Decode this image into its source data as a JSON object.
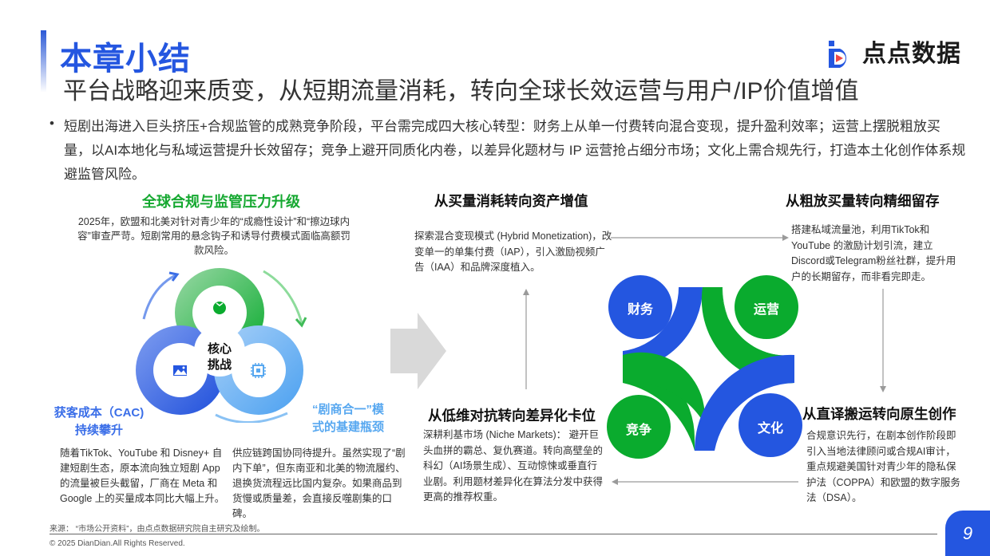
{
  "header": {
    "title": "本章小结",
    "subtitle": "平台战略迎来质变，从短期流量消耗，转向全球长效运营与用户/IP价值增值",
    "logo_text": "点点数据",
    "logo_icon": "dd-logo-icon"
  },
  "summary": {
    "bullet": "•",
    "text": "短剧出海进入巨头挤压+合规监管的成熟竞争阶段，平台需完成四大核心转型：财务上从单一付费转向混合变现，提升盈利效率；运营上摆脱粗放买量，以AI本地化与私域运营提升长效留存；竞争上避开同质化内卷，以差异化题材与 IP 运营抢占细分市场；文化上需合规先行，打造本土化创作体系规避监管风险。"
  },
  "challenges": {
    "core_label_1": "核心",
    "core_label_2": "挑战",
    "top": {
      "title": "全球合规与监管压力升级",
      "text": "2025年，欧盟和北美对针对青少年的“成瘾性设计”和“擦边球内容”审查严苛。短剧常用的悬念钩子和诱导付费模式面临高额罚款风险。",
      "icon": "tomato-icon",
      "color": "#15a830"
    },
    "left": {
      "title_1": "获客成本（CAC)",
      "title_2": "持续攀升",
      "text": "随着TikTok、YouTube 和 Disney+ 自建短剧生态，原本流向独立短剧 App 的流量被巨头截留，厂商在 Meta 和 Google 上的买量成本同比大幅上升。",
      "icon": "image-icon",
      "color": "#2456e0"
    },
    "right": {
      "title_1": "“剧商合一”模",
      "title_2": "式的基建瓶颈",
      "text": "供应链跨国协同待提升。虽然实现了“剧内下单”，但东南亚和北美的物流履约、退换货流程远比国内复杂。如果商品到货慢或质量差，会直接反噬剧集的口碑。",
      "icon": "chip-icon",
      "color": "#58a8f0"
    }
  },
  "transitions": {
    "finance": {
      "title": "从买量消耗转向资产增值",
      "text": "探索混合变现模式 (Hybrid Monetization)，改变单一的单集付费（IAP），引入激励视频广告（IAA）和品牌深度植入。"
    },
    "operations": {
      "title": "从粗放买量转向精细留存",
      "text": "搭建私域流量池，利用TikTok和YouTube 的激励计划引流，建立Discord或Telegram粉丝社群，提升用户的长期留存，而非看完即走。"
    },
    "culture": {
      "title": "从直译搬运转向原生创作",
      "text": "合规意识先行，在剧本创作阶段即引入当地法律顾问或合规AI审计，重点规避美国针对青少年的隐私保护法（COPPA）和欧盟的数字服务法（DSA）。"
    },
    "competition": {
      "title": "从低维对抗转向差异化卡位",
      "text": "深耕利基市场 (Niche Markets)： 避开巨头血拼的霸总、复仇赛道。转向高壁垒的科幻（AI场景生成）、互动惊悚或垂直行业剧。利用题材差异化在算法分发中获得更高的推荐权重。"
    }
  },
  "quadrant": {
    "finance": "财务",
    "operations": "运营",
    "competition": "竞争",
    "culture": "文化",
    "colors": {
      "blue": "#2456e0",
      "green": "#0aab2e"
    }
  },
  "footer": {
    "source": "来源：  “市场公开资料”，由点点数据研究院自主研究及绘制。",
    "copyright": "© 2025 DianDian.All Rights Reserved.",
    "page_number": "9"
  }
}
